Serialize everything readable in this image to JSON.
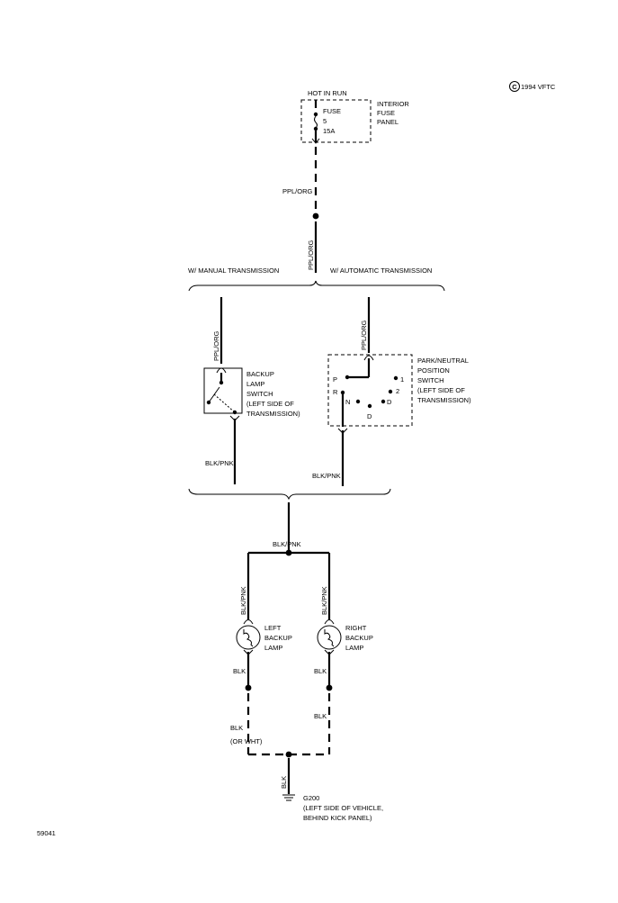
{
  "copyright": "1994 VFTC",
  "copyright_symbol": "C",
  "fuse_panel": {
    "header": "HOT IN RUN",
    "fuse_label": "FUSE",
    "fuse_number": "5",
    "fuse_rating": "15A",
    "panel_label": [
      "INTERIOR",
      "FUSE",
      "PANEL"
    ]
  },
  "wires": {
    "feed_label_1": "PPL/ORG",
    "feed_label_2": "PPL/ORG",
    "manual_in": "PPL/ORG",
    "auto_in": "PPL/ORG",
    "manual_out": "BLK/PNK",
    "auto_out": "BLK/PNK",
    "merged": "BLK/PNK",
    "left_feed": "BLK/PNK",
    "right_feed": "BLK/PNK",
    "left_ground_1": "BLK",
    "left_ground_2": "BLK",
    "left_ground_alt": "(OR WHT)",
    "right_ground_1": "BLK",
    "right_ground_2": "BLK",
    "ground_drop": "BLK"
  },
  "branches": {
    "manual": "W/ MANUAL TRANSMISSION",
    "automatic": "W/ AUTOMATIC TRANSMISSION"
  },
  "backup_switch": {
    "label": [
      "BACKUP",
      "LAMP",
      "SWITCH",
      "(LEFT SIDE OF",
      "TRANSMISSION)"
    ]
  },
  "pn_switch": {
    "label": [
      "PARK/NEUTRAL",
      "POSITION",
      "SWITCH",
      "(LEFT SIDE OF",
      "TRANSMISSION)"
    ],
    "positions": {
      "p": "P",
      "r": "R",
      "n": "N",
      "d_bottom": "D",
      "one": "1",
      "two": "2",
      "d_right": "D"
    }
  },
  "lamps": {
    "left": [
      "LEFT",
      "BACKUP",
      "LAMP"
    ],
    "right": [
      "RIGHT",
      "BACKUP",
      "LAMP"
    ]
  },
  "ground": {
    "name": "G200",
    "location": [
      "(LEFT SIDE OF VEHICLE,",
      "BEHIND KICK PANEL)"
    ]
  },
  "figure_id": "59041"
}
